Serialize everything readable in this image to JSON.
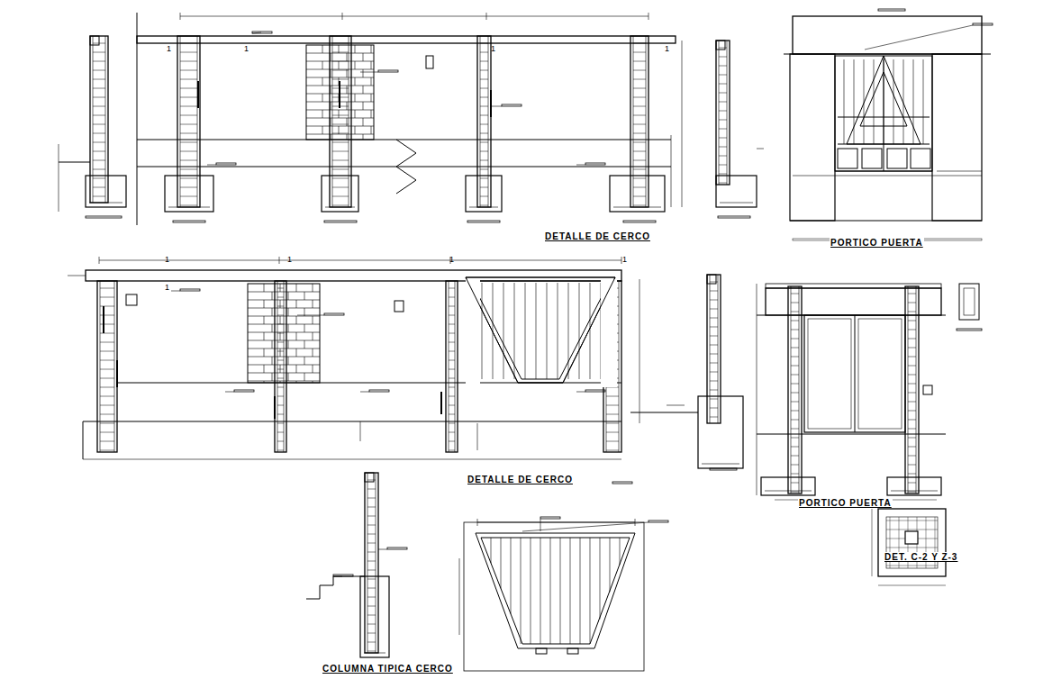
{
  "diagram": {
    "labels": [
      "DETALLE DE CERCO",
      "PORTICO PUERTA",
      "DETALLE DE CERCO",
      "PORTICO PUERTA",
      "COLUMNA TIPICA CERCO",
      "DET. C-2 Y Z-3",
      "1",
      "1",
      "1",
      "1",
      "1",
      "1",
      "1",
      "1",
      "1"
    ]
  }
}
